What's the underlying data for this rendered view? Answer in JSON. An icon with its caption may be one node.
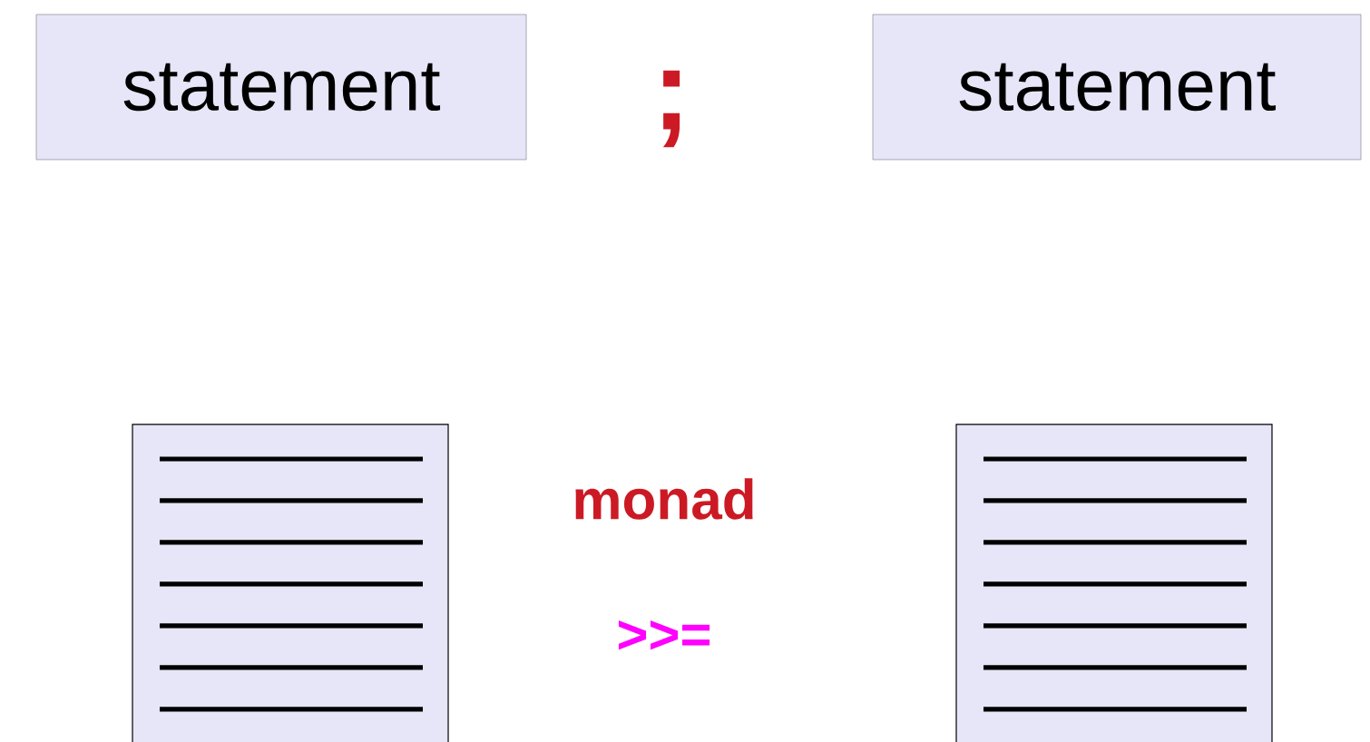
{
  "diagram": {
    "nodes": [
      {
        "text": [
          "statement"
        ]
      },
      {
        "text": [
          "statement"
        ]
      },
      {
        "text": [],
        "shape": "box"
      },
      {
        "text": [],
        "shape": "box"
      }
    ],
    "labels": [
      ";",
      "monad",
      ">>="
    ]
  }
}
